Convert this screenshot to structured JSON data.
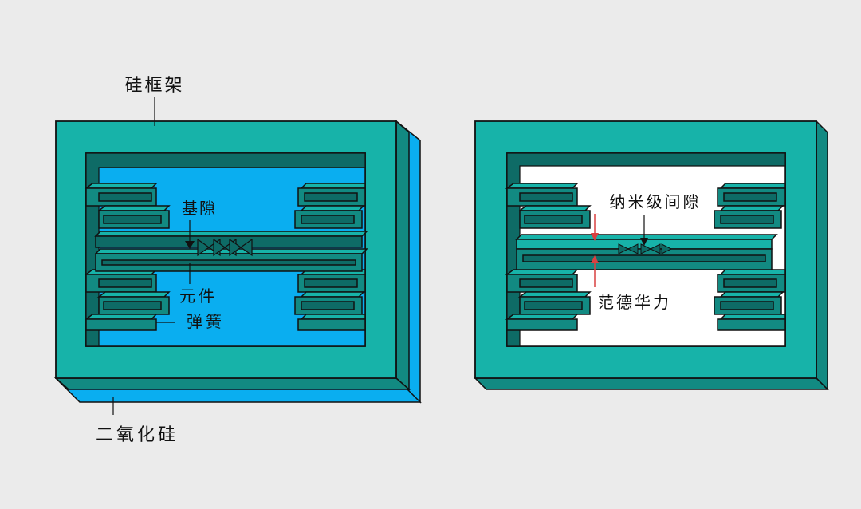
{
  "labels": {
    "silicon_frame": "硅框架",
    "base_gap": "基隙",
    "element": "元件",
    "spring": "弹簧",
    "silicon_dioxide": "二氧化硅",
    "nano_gap": "纳米级间隙",
    "van_der_waals": "范德华力"
  },
  "colors": {
    "frame_top": "#17b3a9",
    "frame_side": "#128a82",
    "frame_dark": "#0e6b66",
    "oxide": "#0aaef0",
    "outline": "#111111",
    "arrow_red": "#d94040",
    "page_bg": "#ebebeb"
  }
}
